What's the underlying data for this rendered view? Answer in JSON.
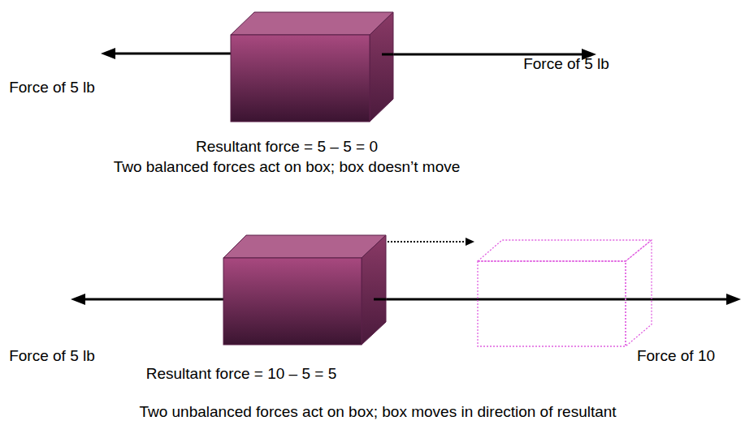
{
  "diagram": {
    "labels": [
      "Force of 5 lb",
      "Force of 5 lb",
      "Resultant force = 5 – 5 = 0",
      "Two balanced forces act on box; box doesn’t move",
      "Force of 5 lb",
      "Force of 10",
      "Resultant force = 10 – 5 = 5",
      "Two unbalanced forces act on box; box moves in direction of resultant"
    ]
  }
}
